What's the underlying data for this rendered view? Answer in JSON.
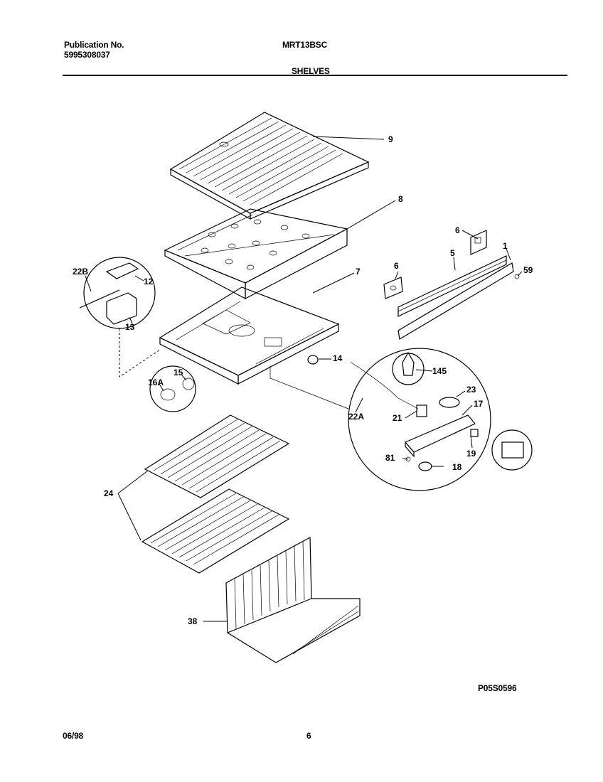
{
  "header": {
    "publication_label": "Publication No.",
    "publication_number": "5995308037",
    "model": "MRT13BSC",
    "section": "SHELVES"
  },
  "footer": {
    "date": "06/98",
    "page": "6",
    "drawing_code": "P05S0596"
  },
  "callouts": [
    "9",
    "8",
    "7",
    "6",
    "6",
    "5",
    "1",
    "59",
    "22B",
    "12",
    "13",
    "14",
    "15",
    "16A",
    "145",
    "23",
    "17",
    "22A",
    "21",
    "19",
    "81",
    "18",
    "24",
    "38"
  ]
}
